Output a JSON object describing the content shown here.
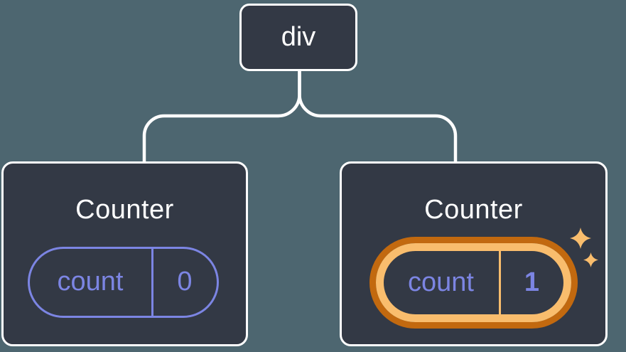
{
  "diagram": {
    "description": "React component tree with state",
    "root": {
      "label": "div"
    },
    "children": [
      {
        "title": "Counter",
        "state": {
          "name": "count",
          "value": "0"
        },
        "highlighted": false
      },
      {
        "title": "Counter",
        "state": {
          "name": "count",
          "value": "1"
        },
        "highlighted": true
      }
    ],
    "icons": {
      "sparkle": "sparkle-icon"
    },
    "colors": {
      "background": "#4D6670",
      "node_fill": "#333945",
      "node_border": "#FFFFFF",
      "title_color": "#FFFFFF",
      "connector": "#FFFFFF",
      "state_accent": "#7C85E3",
      "highlight_outer": "#C2690F",
      "highlight_inner": "#F9BD6D",
      "sparkle": "#F9BD6D"
    }
  }
}
